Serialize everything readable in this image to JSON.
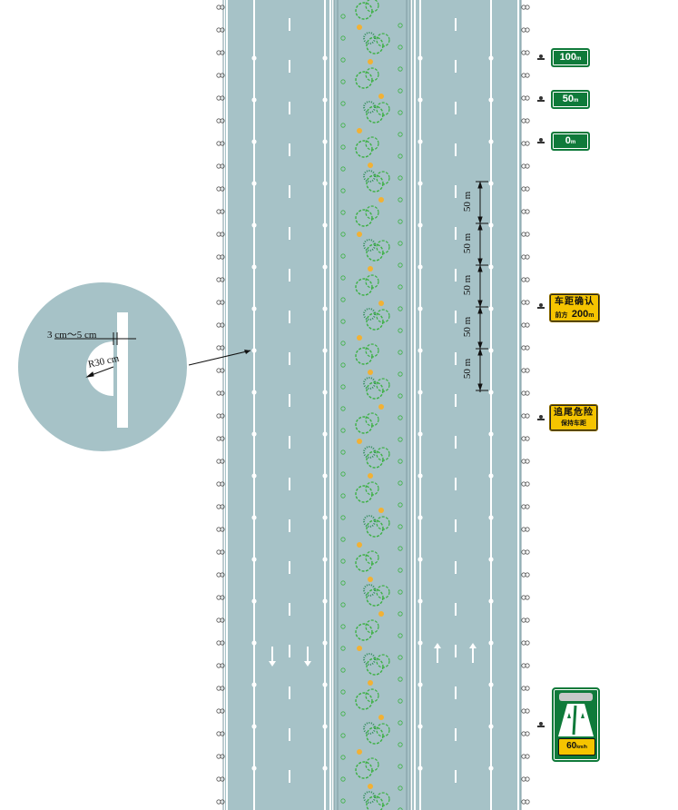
{
  "distance_signs": [
    {
      "value": "100",
      "unit": "m"
    },
    {
      "value": "50",
      "unit": "m"
    },
    {
      "value": "0",
      "unit": "m"
    }
  ],
  "confirm_sign": {
    "line1": "车距确认",
    "line2_prefix": "前方",
    "line2_value": "200",
    "line2_unit": "m"
  },
  "warning_sign": {
    "line1": "追尾危险",
    "line2": "保持车距"
  },
  "speed_sign": {
    "value": "60",
    "unit": "km/h"
  },
  "dimensions": {
    "spacing_labels": [
      "50 m",
      "50 m",
      "50 m",
      "50 m",
      "50 m"
    ]
  },
  "detail": {
    "gap_label": "3 cm～5 cm",
    "radius_label": "R30 cm"
  },
  "colors": {
    "road": "#a6c2c7",
    "median": "#a6c2c7",
    "sign_green": "#0f7a3a",
    "sign_yellow": "#f5c400",
    "plant_green": "#3cb043",
    "plant_orange": "#f2b134"
  }
}
